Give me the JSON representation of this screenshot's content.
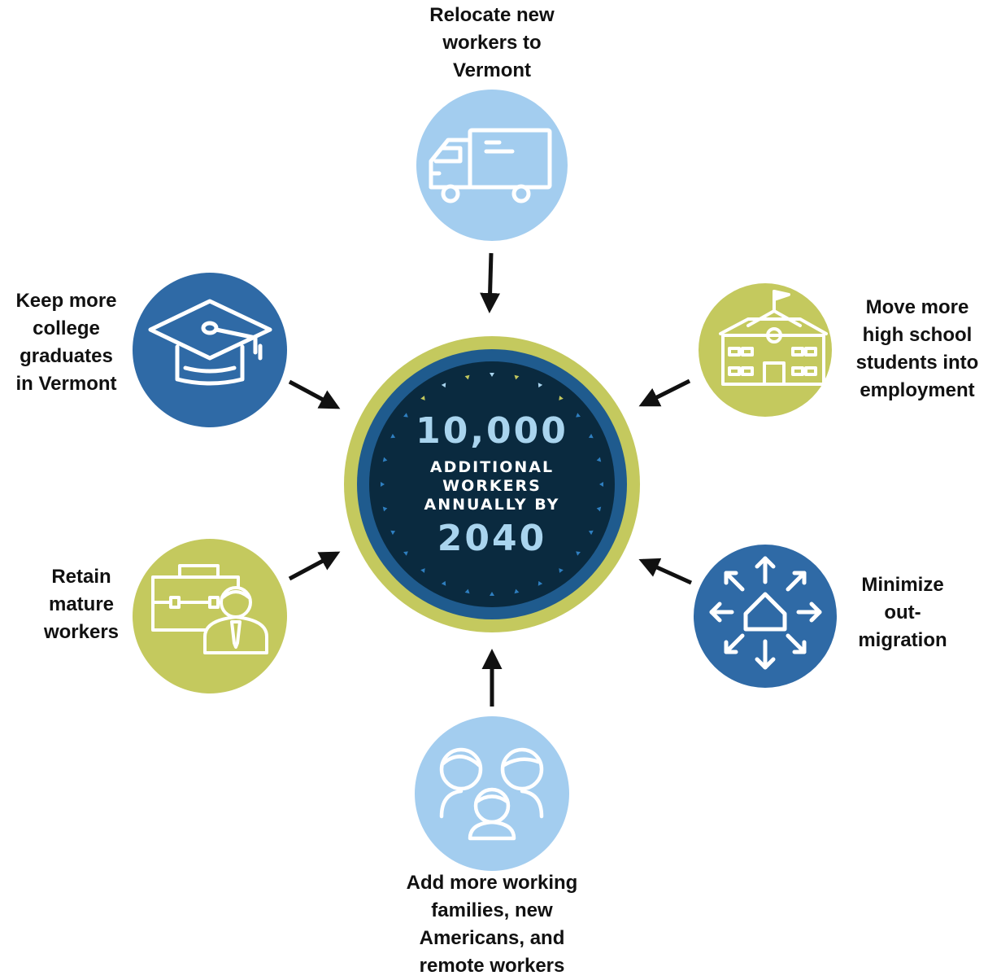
{
  "center": {
    "number": "10,000",
    "line1": "ADDITIONAL",
    "line2": "WORKERS",
    "line3": "ANNUALLY BY",
    "year": "2040",
    "colors": {
      "outer_ring": "#c4c95e",
      "mid_ring": "#1f5b8e",
      "core": "#0a2a3f",
      "text": "#a9d4ee"
    }
  },
  "nodes": [
    {
      "id": "relocate",
      "icon": "truck-icon",
      "color": "#a3cdef",
      "label_lines": [
        "Relocate new",
        "workers to",
        "Vermont"
      ]
    },
    {
      "id": "high-school",
      "icon": "school-building-icon",
      "color": "#c4c95e",
      "label_lines": [
        "Move more",
        "high school",
        "students into",
        "employment"
      ]
    },
    {
      "id": "out-migration",
      "icon": "house-arrows-icon",
      "color": "#2f6aa6",
      "label_lines": [
        "Minimize",
        "out-",
        "migration"
      ]
    },
    {
      "id": "families",
      "icon": "family-icon",
      "color": "#a3cdef",
      "label_lines": [
        "Add more working",
        "families, new",
        "Americans, and",
        "remote workers"
      ]
    },
    {
      "id": "mature",
      "icon": "briefcase-worker-icon",
      "color": "#c4c95e",
      "label_lines": [
        "Retain",
        "mature",
        "workers"
      ]
    },
    {
      "id": "graduates",
      "icon": "graduation-cap-icon",
      "color": "#2f6aa6",
      "label_lines": [
        "Keep more",
        "college",
        "graduates",
        "in Vermont"
      ]
    }
  ]
}
